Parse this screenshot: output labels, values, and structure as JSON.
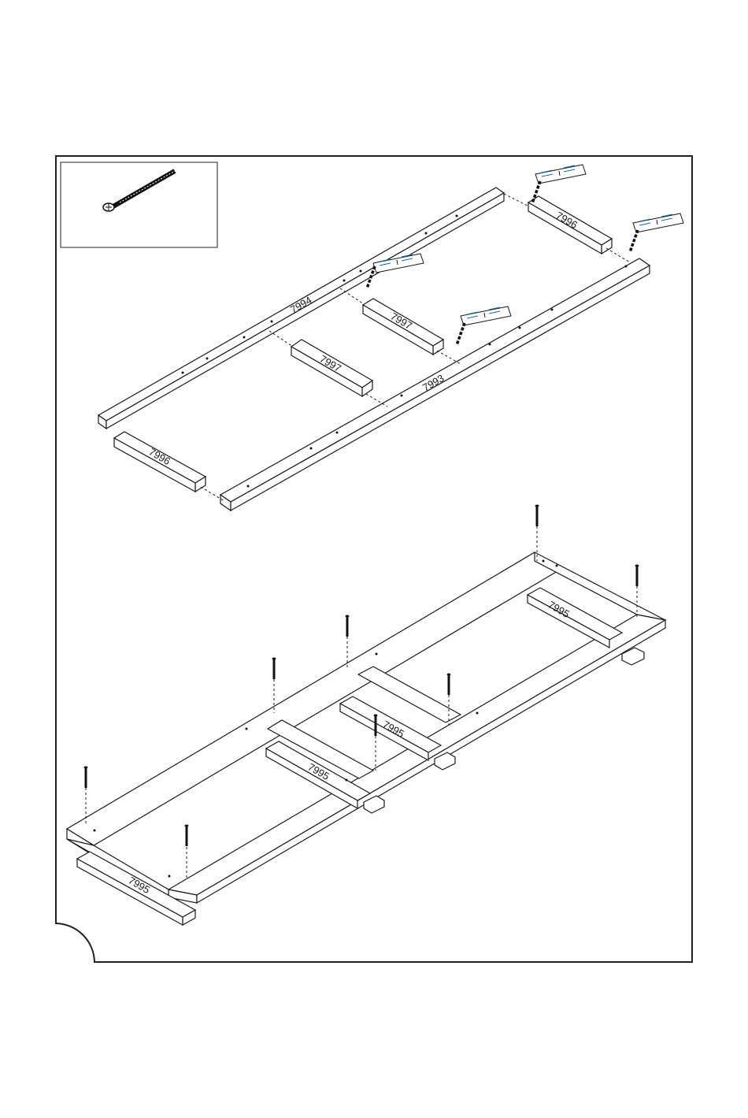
{
  "parts": {
    "p7994": "7994",
    "p7993": "7993",
    "p7997a": "7997",
    "p7997b": "7997",
    "p7996a": "7996",
    "p7996b": "7996",
    "p7995a": "7995",
    "p7995b": "7995",
    "p7995c": "7995",
    "p7995d": "7995"
  },
  "icons": {
    "screw": "screw-icon",
    "glue": "glue-packet-icon",
    "dowel": "dowel-icon"
  },
  "colors": {
    "line": "#1a1a1a",
    "glue_text": "#1a6aa0"
  }
}
